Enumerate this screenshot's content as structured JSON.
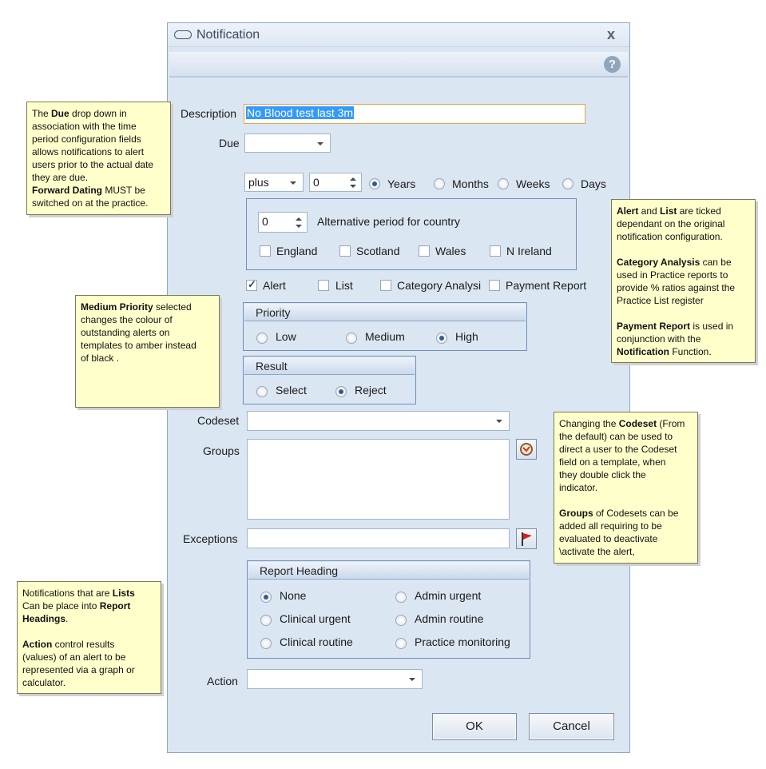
{
  "window": {
    "title": "Notification",
    "close_glyph": "x",
    "help_glyph": "?"
  },
  "form": {
    "description_label": "Description",
    "description_value": "No Blood test last 3m",
    "due_label": "Due",
    "due_value": "",
    "period_operator": "plus",
    "period_amount": "0",
    "period_units": [
      "Years",
      "Months",
      "Weeks",
      "Days"
    ],
    "period_selected": "Years",
    "alt_period_value": "0",
    "alt_period_label": "Alternative period for country",
    "countries": [
      "England",
      "Scotland",
      "Wales",
      "N Ireland"
    ],
    "options": [
      {
        "label": "Alert",
        "checked": true
      },
      {
        "label": "List",
        "checked": false
      },
      {
        "label": "Category Analysi",
        "checked": false
      },
      {
        "label": "Payment Report",
        "checked": false
      }
    ],
    "priority": {
      "heading": "Priority",
      "choices": [
        "Low",
        "Medium",
        "High"
      ],
      "selected": "High"
    },
    "result": {
      "heading": "Result",
      "choices": [
        "Select",
        "Reject"
      ],
      "selected": "Reject"
    },
    "codeset_label": "Codeset",
    "codeset_value": "",
    "groups_label": "Groups",
    "exceptions_label": "Exceptions",
    "exceptions_value": "",
    "report_heading": {
      "heading": "Report Heading",
      "choices": [
        "None",
        "Admin urgent",
        "Clinical urgent",
        "Admin routine",
        "Clinical routine",
        "Practice monitoring"
      ],
      "selected": "None"
    },
    "action_label": "Action",
    "action_value": "",
    "ok_label": "OK",
    "cancel_label": "Cancel"
  },
  "notes": {
    "due": {
      "l1a": "The ",
      "l1b": "Due",
      "l1c": " drop down in",
      "l2": "association with the time",
      "l3": "period configuration fields",
      "l4": "allows notifications to alert",
      "l5": "users prior to the actual date",
      "l6": "they are due.",
      "l7a": "Forward Dating",
      "l7b": " MUST be",
      "l8": "switched on at the practice."
    },
    "priority": {
      "l1a": "Medium Priority",
      "l1b": " selected",
      "l2": "changes the colour of",
      "l3": "outstanding alerts on",
      "l4": "templates to amber instead",
      "l5": "of black ."
    },
    "alert": {
      "l1a": "Alert",
      "l1b": " and ",
      "l1c": "List",
      "l1d": " are ticked",
      "l2": "dependant on the original",
      "l3": "notification configuration.",
      "l4a": "Category Analysis",
      "l4b": " can be",
      "l5": "used in Practice reports to",
      "l6": "provide % ratios against the",
      "l7": "Practice List register",
      "l8a": "Payment Report",
      "l8b": " is used in",
      "l9": "conjunction with the",
      "l10a": "Notification",
      "l10b": " Function."
    },
    "codeset": {
      "l1a": "Changing the ",
      "l1b": "Codeset",
      "l1c": " (From",
      "l2": "the default) can be used to",
      "l3": "direct a user to the Codeset",
      "l4": "field on a template, when",
      "l5": "they double click the",
      "l6": "indicator.",
      "l7a": "Groups",
      "l7b": " of Codesets can be",
      "l8": "added all requiring to be",
      "l9": "evaluated to deactivate",
      "l10": "\\activate the alert,"
    },
    "lists": {
      "l1a": "Notifications that are ",
      "l1b": "Lists",
      "l2a": "Can be place into ",
      "l2b": "Report",
      "l3a": "Headings",
      "l3b": ".",
      "l4a": "Action",
      "l4b": " control results",
      "l5": "(values) of an alert to be",
      "l6": "represented via a graph or",
      "l7": "calculator."
    }
  },
  "colors": {
    "dialog_bg": "#dbe6f3",
    "note_bg": "#ffffcc",
    "selection": "#3399ff",
    "focus_border": "#e8a645"
  },
  "icons": [
    "window-oval-icon",
    "close-icon",
    "help-icon",
    "dropdown-arrow-icon",
    "spin-up-icon",
    "spin-down-icon",
    "codeset-browse-icon",
    "flag-icon"
  ]
}
